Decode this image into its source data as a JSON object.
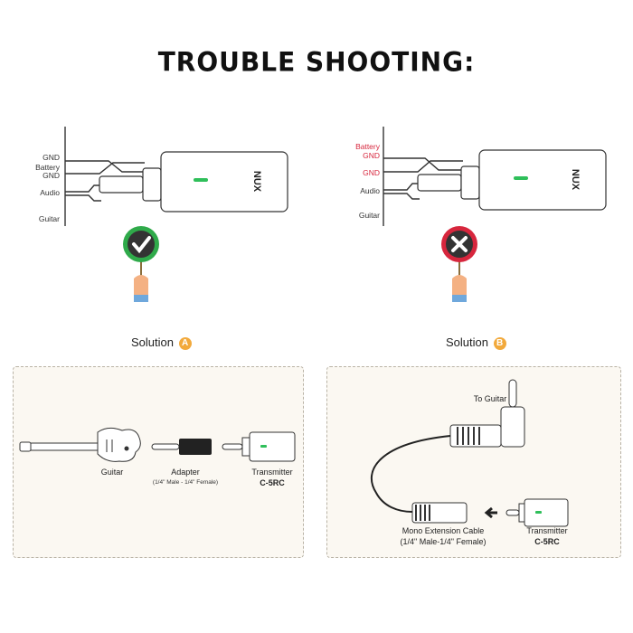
{
  "title": "TROUBLE SHOOTING:",
  "left_diagram": {
    "labels": [
      "GND",
      "Battery",
      "GND",
      "Audio",
      "Guitar"
    ]
  },
  "right_diagram": {
    "labels": [
      "Battery",
      "GND",
      "GND",
      "Audio",
      "Guitar"
    ]
  },
  "brand": "NUX",
  "solution_a": {
    "label": "Solution",
    "badge": "A"
  },
  "solution_b": {
    "label": "Solution",
    "badge": "B"
  },
  "panel_a": {
    "guitar": "Guitar",
    "adapter": "Adapter",
    "adapter_note": "(1/4\" Male - 1/4\" Female)",
    "transmitter": "Transmitter",
    "model": "C-5RC"
  },
  "panel_b": {
    "to_guitar": "To Guitar",
    "cable": "Mono Extension Cable",
    "cable_note": "(1/4\" Male-1/4\" Female)",
    "transmitter": "Transmitter",
    "model": "C-5RC"
  },
  "colors": {
    "ok": "#2faa4a",
    "bad": "#d7263d",
    "led": "#2fbf5a",
    "badge": "#f2a93b"
  }
}
